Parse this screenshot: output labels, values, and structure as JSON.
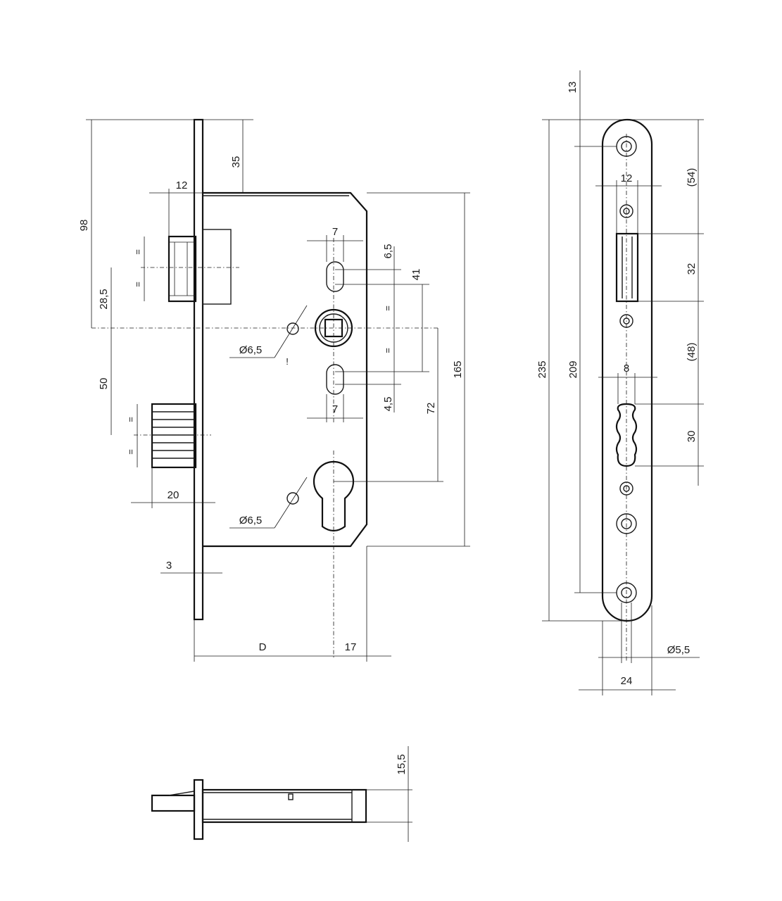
{
  "front_view": {
    "dims": {
      "top_backset": "35",
      "latch_offset": "12",
      "total_to_follower": "98",
      "latch_to_follower": "28,5",
      "follower_to_deadbolt": "50",
      "deadbolt_throw": "20",
      "faceplate_thickness": "3",
      "case_height": "165",
      "backset": "D",
      "cylinder_to_edge": "17",
      "slot_width_top": "7",
      "slot_width_bottom": "7",
      "slot_height_top": "6,5",
      "slot_height_bottom": "4,5",
      "slot_spacing": "41",
      "centre_distance": "72",
      "hole_top": "Ø6,5",
      "hole_bottom": "Ø6,5",
      "equal_mark": "=",
      "note_mark": "!"
    }
  },
  "faceplate_view": {
    "dims": {
      "top_margin": "13",
      "latch_to_top": "(54)",
      "latch_width": "12",
      "latch_height": "32",
      "latch_to_bolt": "(48)",
      "bolt_width": "8",
      "bolt_height": "30",
      "overall_length": "235",
      "screw_centres": "209",
      "screw_hole": "Ø5,5",
      "plate_width": "24"
    }
  },
  "top_view": {
    "dims": {
      "case_thickness": "15,5"
    }
  }
}
